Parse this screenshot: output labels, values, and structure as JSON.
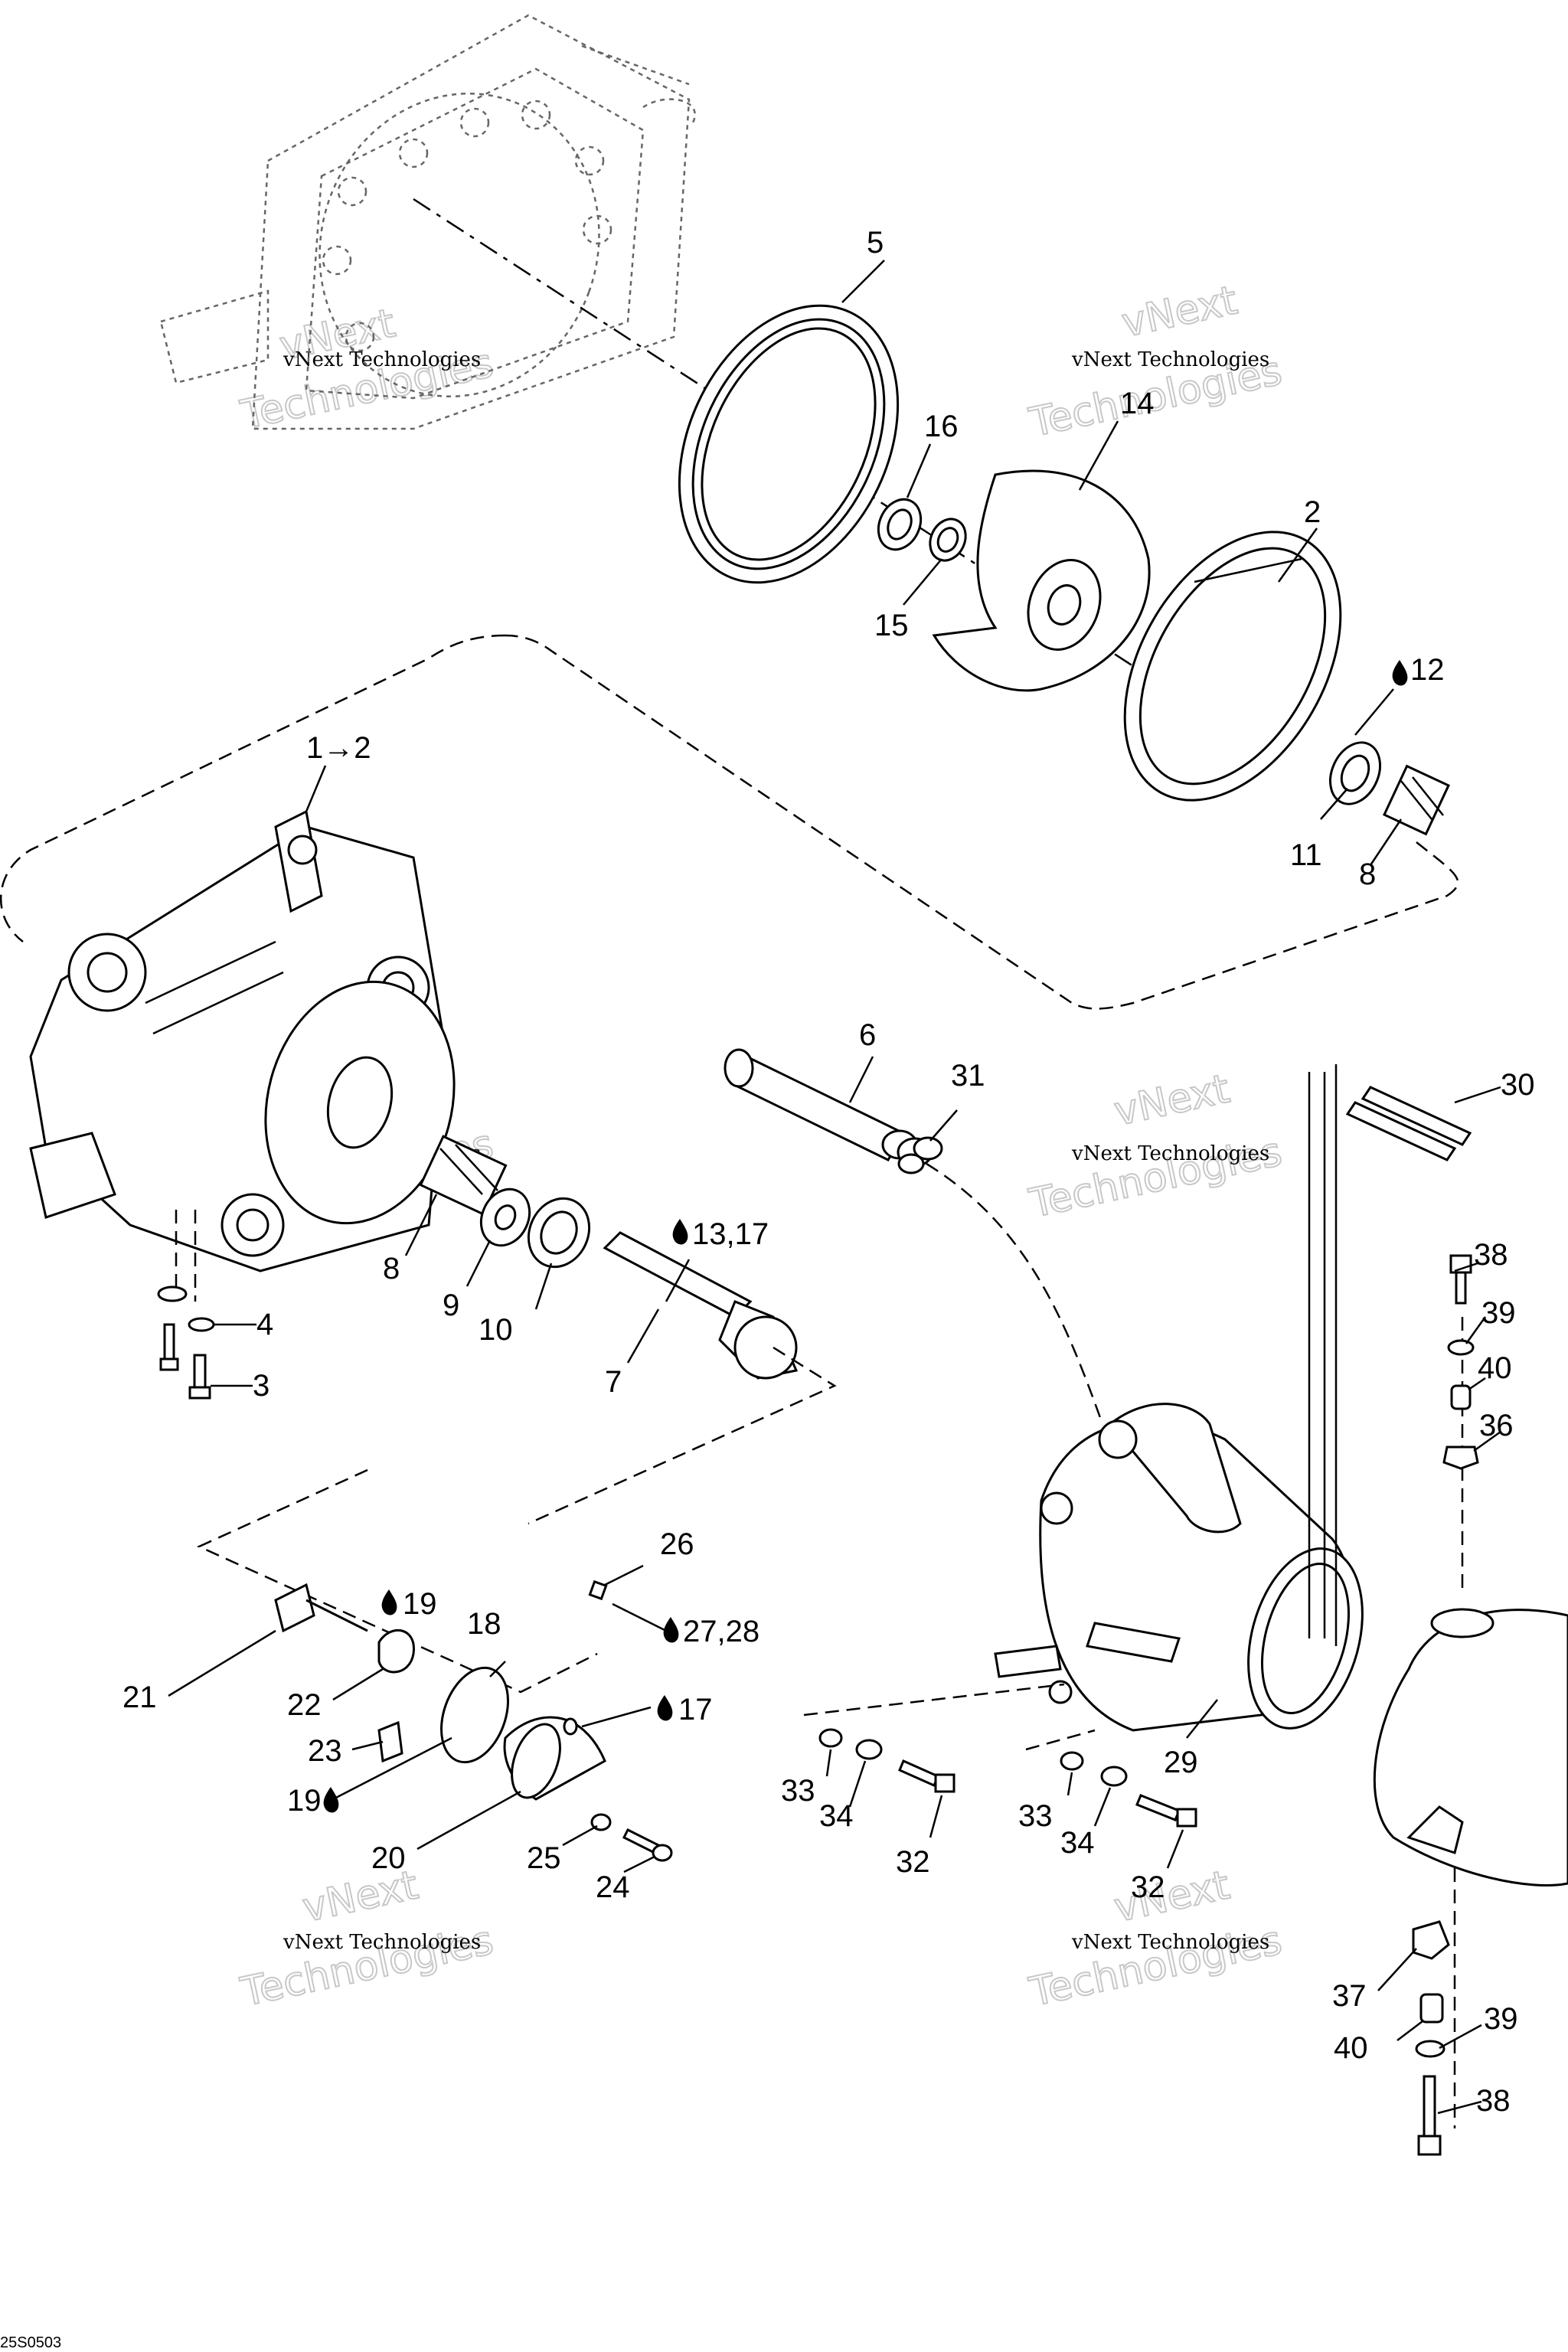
{
  "watermark": {
    "small": "vNext Technologies",
    "big_line1": "vNext",
    "big_line2": "Technologies"
  },
  "labels": {
    "p1": "1→2",
    "p2": "2",
    "p3": "3",
    "p4": "4",
    "p5": "5",
    "p6": "6",
    "p7": "7",
    "p8a": "8",
    "p8b": "8",
    "p9": "9",
    "p10": "10",
    "p11": "11",
    "p12": "12",
    "p13": "13,17",
    "p14": "14",
    "p15": "15",
    "p16": "16",
    "p17": "17",
    "p18": "18",
    "p19a": "19",
    "p19b": "19",
    "p20": "20",
    "p21": "21",
    "p22": "22",
    "p23": "23",
    "p24": "24",
    "p25": "25",
    "p26": "26",
    "p27": "27,28",
    "p29": "29",
    "p30": "30",
    "p31": "31",
    "p32a": "32",
    "p32b": "32",
    "p33a": "33",
    "p33b": "33",
    "p34a": "34",
    "p34b": "34",
    "p36": "36",
    "p37": "37",
    "p38a": "38",
    "p38b": "38",
    "p39a": "39",
    "p39b": "39",
    "p40a": "40",
    "p40b": "40"
  },
  "drawing_code": "25S0503"
}
